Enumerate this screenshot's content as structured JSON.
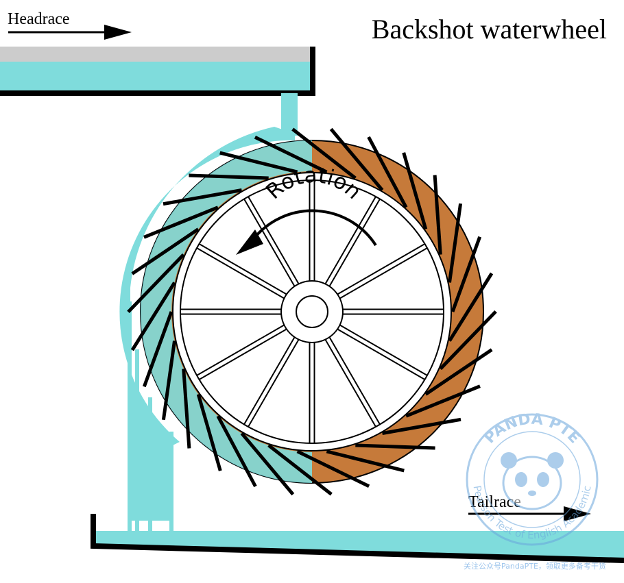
{
  "title": "Backshot waterwheel",
  "labels": {
    "headrace": "Headrace",
    "tailrace": "Tailrace",
    "rotation": "Rotation"
  },
  "watermark": {
    "brand": "PANDA PTE",
    "tagline": "Pearson Test of English Academic",
    "footer": "关注公众号PandaPTE，领取更多备考干货"
  },
  "colors": {
    "water": "#7fdcdc",
    "wood": "#c67a3a",
    "outline": "#000000",
    "headrace_top": "#cccccc",
    "watermark": "#6aa6dc"
  }
}
